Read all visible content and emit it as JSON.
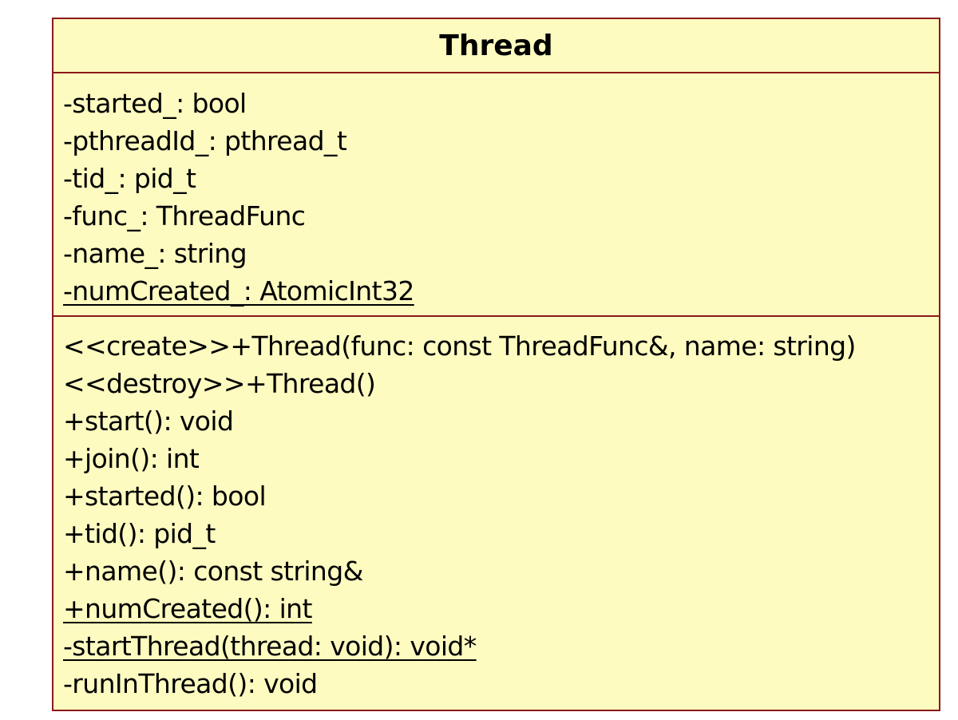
{
  "class": {
    "name": "Thread",
    "attributes": [
      {
        "text": "-started_: bool",
        "static": false
      },
      {
        "text": "-pthreadId_: pthread_t",
        "static": false
      },
      {
        "text": "-tid_: pid_t",
        "static": false
      },
      {
        "text": "-func_: ThreadFunc",
        "static": false
      },
      {
        "text": "-name_: string",
        "static": false
      },
      {
        "text": "-numCreated_: AtomicInt32",
        "static": true
      }
    ],
    "operations": [
      {
        "text": "<<create>>+Thread(func: const ThreadFunc&, name: string)",
        "static": false
      },
      {
        "text": "<<destroy>>+Thread()",
        "static": false
      },
      {
        "text": "+start(): void",
        "static": false
      },
      {
        "text": "+join(): int",
        "static": false
      },
      {
        "text": "+started(): bool",
        "static": false
      },
      {
        "text": "+tid(): pid_t",
        "static": false
      },
      {
        "text": "+name(): const string&",
        "static": false
      },
      {
        "text": "+numCreated(): int",
        "static": true
      },
      {
        "text": "-startThread(thread: void): void*",
        "static": true
      },
      {
        "text": "-runInThread(): void",
        "static": false
      }
    ]
  },
  "colors": {
    "fill": "#fdfbc0",
    "border": "#8b1a1a"
  }
}
